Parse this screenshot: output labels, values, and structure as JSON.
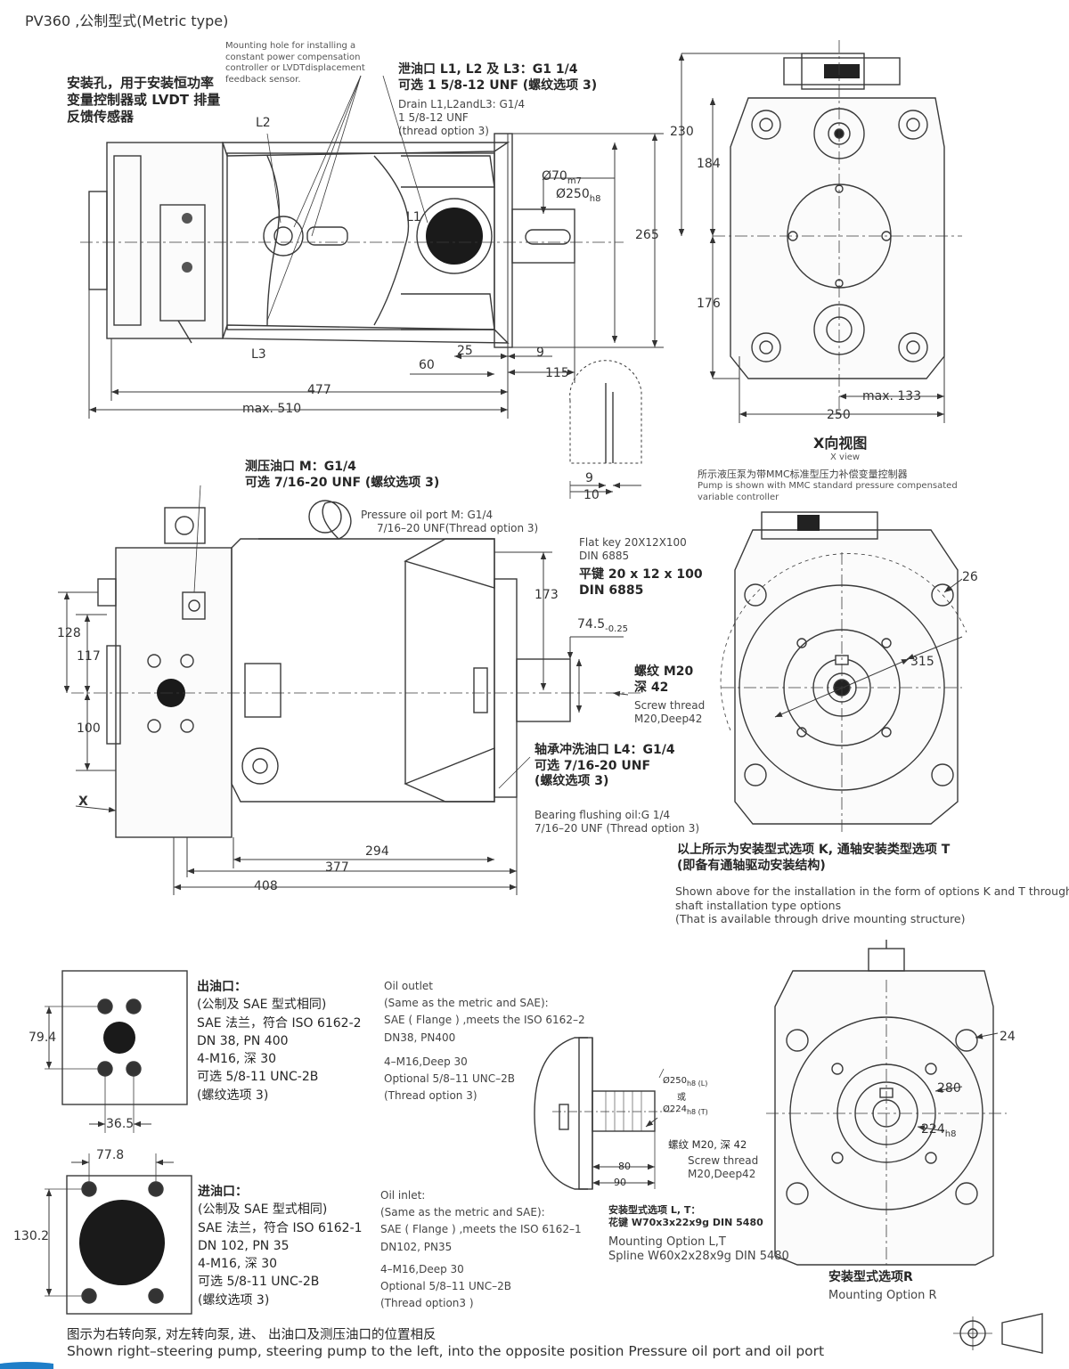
{
  "header": {
    "title": "PV360 ,公制型式(Metric type)"
  },
  "top_view": {
    "mount_hole_cn": [
      "安装孔，用于安装恒功率",
      "变量控制器或 LVDT 排量",
      "反馈传感器"
    ],
    "mount_hole_en": [
      "Mounting hole for installing a",
      "constant power compensation",
      "controller or LVDTdisplacement",
      "feedback sensor."
    ],
    "drain_cn": [
      "泄油口 L1, L2 及 L3：G1 1/4",
      "可选 1 5/8-12 UNF (螺纹选项 3)"
    ],
    "drain_en": [
      "Drain L1,L2andL3: G1/4",
      "1 5/8-12 UNF",
      "(thread option 3)"
    ],
    "labels": {
      "l1": "L1",
      "l2": "L2",
      "l3": "L3"
    },
    "dims": {
      "d70": "Ø70",
      "d70_tol": "m7",
      "d250": "Ø250",
      "d250_tol": "h8",
      "d265": "265",
      "d25": "25",
      "d9": "9",
      "d60": "60",
      "d115": "115",
      "d477": "477",
      "dmax510": "max. 510"
    },
    "detail_dims": {
      "d9": "9",
      "d10": "10"
    }
  },
  "x_view": {
    "dims": {
      "d230": "230",
      "d184": "184",
      "d176": "176",
      "d250": "250",
      "dmax133": "max. 133"
    },
    "title_cn": "X向视图",
    "title_en": "X view",
    "note_cn": "所示液压泵为带MMC标准型压力补偿变量控制器",
    "note_en": [
      "Pump is shown with MMC standard pressure compensated",
      "variable controller"
    ]
  },
  "side_view": {
    "pressure_cn": [
      "测压油口 M：G1/4",
      "可选 7/16-20 UNF (螺纹选项 3)"
    ],
    "pressure_en": [
      "Pressure oil port M: G1/4",
      "7/16–20 UNF(Thread option 3)"
    ],
    "key_en": [
      "Flat key 20X12X100",
      "DIN 6885"
    ],
    "key_cn": [
      "平键 20 x 12 x 100",
      "DIN 6885"
    ],
    "dims": {
      "d173": "173",
      "d74_5": "74.5",
      "d74_5_tol": "-0.25",
      "d128": "128",
      "d117": "117",
      "d100": "100",
      "d294": "294",
      "d377": "377",
      "d408": "408",
      "x": "X"
    },
    "thread_cn": [
      "螺纹 M20",
      "深 42"
    ],
    "thread_en": [
      "Screw thread",
      "M20,Deep42"
    ],
    "flush_cn": [
      "轴承冲洗油口 L4：G1/4",
      "可选 7/16-20 UNF",
      "(螺纹选项 3)"
    ],
    "flush_en": [
      "Bearing flushing oil:G 1/4",
      "7/16–20 UNF (Thread option 3)"
    ]
  },
  "front_view": {
    "dims": {
      "d26": "26",
      "d315": "315"
    },
    "note_cn": [
      "以上所示为安装型式选项 K, 通轴安装类型选项 T",
      "(即备有通轴驱动安装结构)"
    ],
    "note_en": [
      "Shown above for the installation in the form of options K and T through",
      "shaft installation type options",
      "(That is available through drive mounting structure)"
    ]
  },
  "outlet": {
    "dims": {
      "d79_4": "79.4",
      "d36_5": "36.5"
    },
    "cn": [
      "出油口：",
      "(公制及 SAE 型式相同)",
      "SAE 法兰，符合 ISO 6162-2",
      "DN 38, PN 400",
      "4-M16, 深 30",
      "可选 5/8-11 UNC-2B",
      "(螺纹选项 3)"
    ],
    "en": [
      "Oil outlet",
      "(Same as the metric and SAE):",
      "SAE ( Flange ) ,meets the ISO 6162–2",
      "DN38, PN400",
      "4–M16,Deep 30",
      "Optional 5/8–11 UNC–2B",
      "(Thread option 3)"
    ]
  },
  "inlet": {
    "dims": {
      "d77_8": "77.8",
      "d130_2": "130.2"
    },
    "cn": [
      "进油口：",
      "(公制及 SAE 型式相同)",
      "SAE 法兰，符合 ISO 6162-1",
      "DN 102, PN 35",
      "4-M16, 深 30",
      "可选 5/8-11 UNC-2B",
      "(螺纹选项 3)"
    ],
    "en": [
      "Oil inlet:",
      "(Same as the metric and SAE):",
      "SAE ( Flange ) ,meets the ISO 6162–1",
      "DN102, PN35",
      "4–M16,Deep 30",
      "Optional 5/8–11 UNC–2B",
      "(Thread option3 )"
    ]
  },
  "option_lt": {
    "dims": {
      "d250": "Ø250",
      "d250_tol": "h8 (L)",
      "or": "或",
      "d224": "Ø224",
      "d224_tol": "h8 (T)",
      "d80": "80",
      "d90": "90"
    },
    "thread_cn": "螺纹 M20, 深 42",
    "thread_en": [
      "Screw thread",
      "M20,Deep42"
    ],
    "cn": [
      "安装型式选项 L, T：",
      "花键  W70x3x22x9g DIN 5480"
    ],
    "en": [
      "Mounting Option L,T",
      "Spline W60x2x28x9g DIN 5480"
    ]
  },
  "option_r": {
    "dims": {
      "d24": "24",
      "d280": "280",
      "d224": "224",
      "d224_tol": "h8"
    },
    "cn": "安装型式选项R",
    "en": "Mounting Option R"
  },
  "footer": {
    "cn": "图示为右转向泵, 对左转向泵, 进、 出油口及测压油口的位置相反",
    "en": "Shown right–steering pump, steering pump to the left, into the opposite position Pressure oil port and oil port"
  }
}
